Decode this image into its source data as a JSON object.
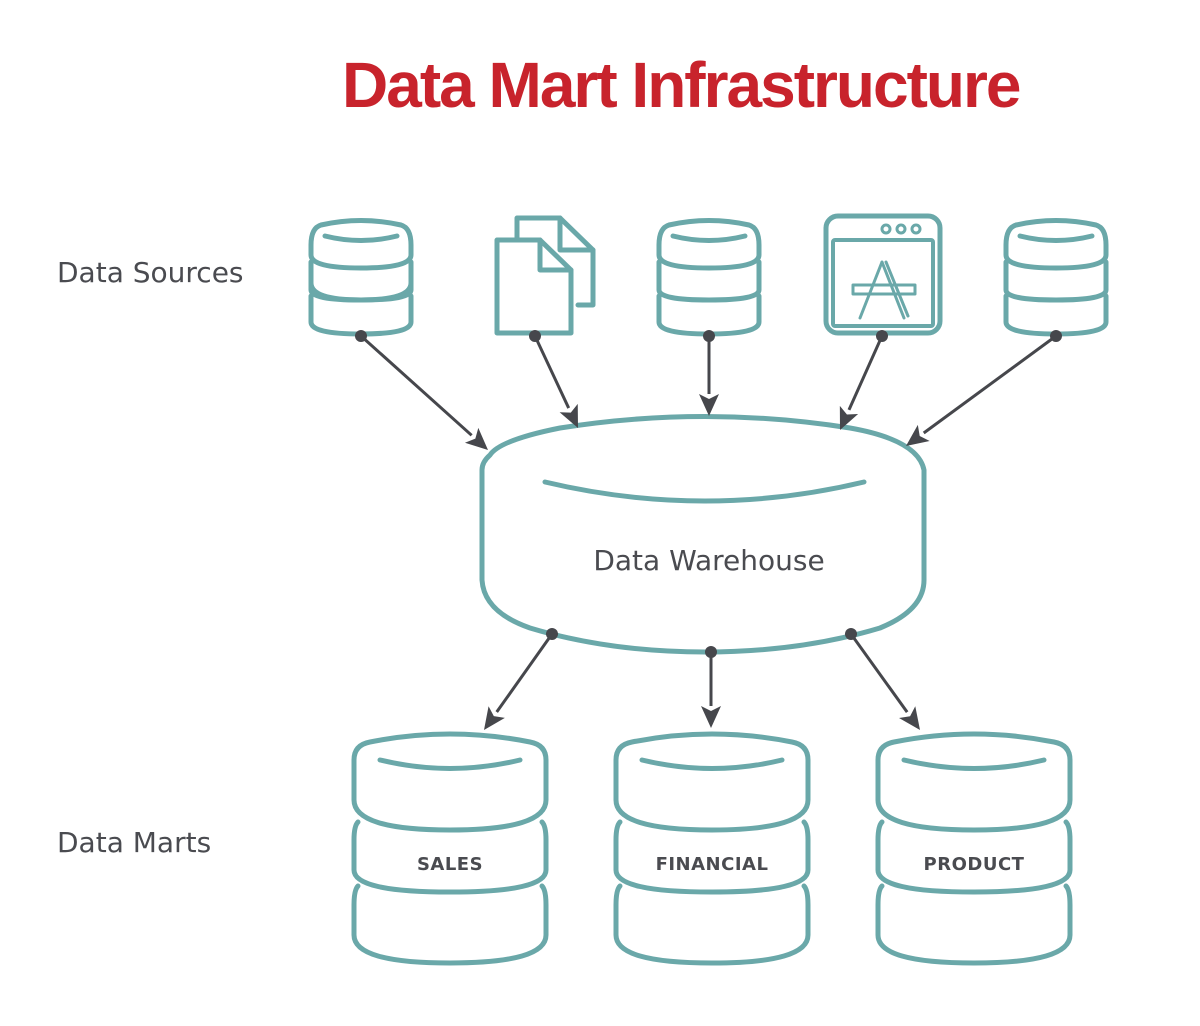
{
  "title": "Data Mart Infrastructure",
  "colors": {
    "title": "#c8232c",
    "outline": "#6aa8a9",
    "arrow": "#46474c",
    "text": "#4a4b50",
    "background": "#ffffff"
  },
  "rows": {
    "sources_label": "Data Sources",
    "marts_label": "Data Marts"
  },
  "sources": [
    {
      "icon": "database-icon"
    },
    {
      "icon": "documents-icon"
    },
    {
      "icon": "database-icon"
    },
    {
      "icon": "app-window-icon"
    },
    {
      "icon": "database-icon"
    }
  ],
  "warehouse": {
    "label": "Data Warehouse",
    "icon": "database-icon"
  },
  "marts": [
    {
      "label": "SALES",
      "icon": "database-icon"
    },
    {
      "label": "FINANCIAL",
      "icon": "database-icon"
    },
    {
      "label": "PRODUCT",
      "icon": "database-icon"
    }
  ],
  "edges": [
    {
      "from": "source-1",
      "to": "warehouse"
    },
    {
      "from": "source-2",
      "to": "warehouse"
    },
    {
      "from": "source-3",
      "to": "warehouse"
    },
    {
      "from": "source-4",
      "to": "warehouse"
    },
    {
      "from": "source-5",
      "to": "warehouse"
    },
    {
      "from": "warehouse",
      "to": "mart-sales"
    },
    {
      "from": "warehouse",
      "to": "mart-financial"
    },
    {
      "from": "warehouse",
      "to": "mart-product"
    }
  ]
}
